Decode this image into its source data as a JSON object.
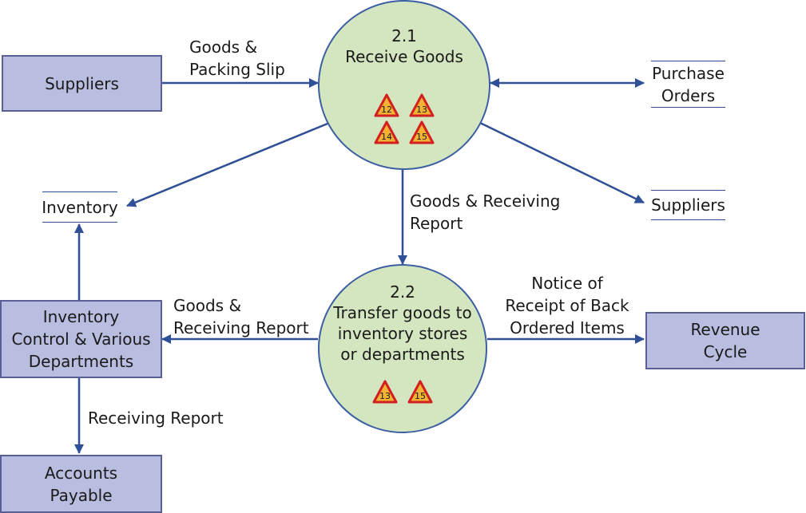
{
  "entities": {
    "suppliers": "Suppliers",
    "inventory_control": [
      "Inventory",
      "Control & Various",
      "Departments"
    ],
    "accounts_payable": [
      "Accounts",
      "Payable"
    ],
    "revenue_cycle": [
      "Revenue",
      "Cycle"
    ]
  },
  "processes": {
    "receive": {
      "number": "2.1",
      "name": "Receive Goods",
      "risks": [
        "12",
        "13",
        "14",
        "15"
      ]
    },
    "transfer": {
      "number": "2.2",
      "name": [
        "Transfer goods to",
        "inventory stores",
        "or departments"
      ],
      "risks": [
        "13",
        "15"
      ]
    }
  },
  "stores": {
    "purchase_orders": [
      "Purchase",
      "Orders"
    ],
    "suppliers": "Suppliers",
    "inventory": "Inventory"
  },
  "flows": {
    "goods_packing_slip": [
      "Goods &",
      "Packing Slip"
    ],
    "goods_receiving_report_down": [
      "Goods & Receiving",
      "Report"
    ],
    "goods_receiving_report_left": [
      "Goods &",
      "Receiving Report"
    ],
    "notice_back_ordered": [
      "Notice of",
      "Receipt of Back",
      "Ordered Items"
    ],
    "receiving_report": "Receiving Report"
  },
  "colors": {
    "entity_fill": "#b9bde0",
    "entity_border": "#5a5f97",
    "process_fill": "#d3e6bf",
    "arrow": "#2f4f96",
    "risk_fill": "#f2b233",
    "risk_border": "#d21f1f"
  }
}
